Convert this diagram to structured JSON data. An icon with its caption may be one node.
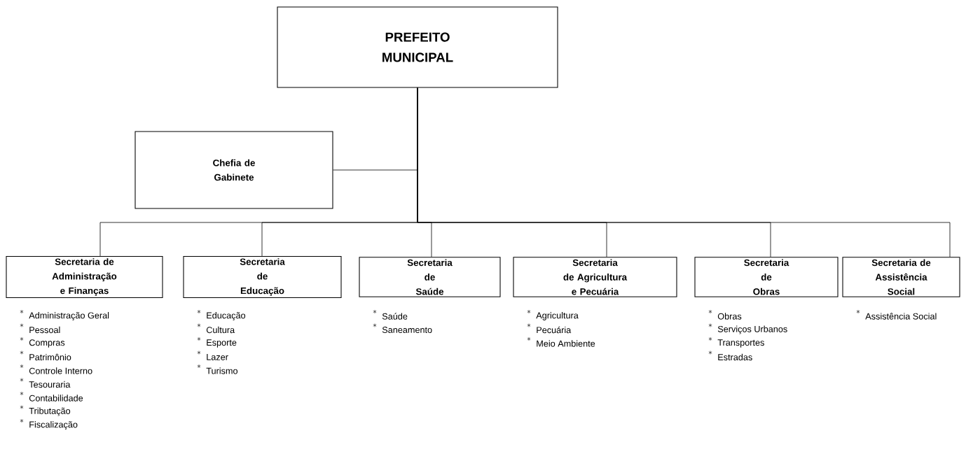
{
  "diagram": {
    "nodes": [
      {
        "text": [
          "PREFEITO MUNICIPAL"
        ]
      },
      {
        "text": [
          "Chefia de Gabinete"
        ]
      },
      {
        "text": [
          "Secretaria de Administração e Finanças"
        ],
        "beside": [
          "Administração Geral",
          "Pessoal",
          "Compras",
          "Patrimônio",
          "Controle Interno",
          "Tesouraria",
          "Contabilidade",
          "Tributação",
          "Fiscalização"
        ]
      },
      {
        "text": [
          "Secretaria de Educação"
        ],
        "beside": [
          "Educação",
          "Cultura",
          "Esporte",
          "Lazer",
          "Turismo"
        ]
      },
      {
        "text": [
          "Secretaria de Saúde"
        ],
        "beside": [
          "Saúde",
          "Saneamento"
        ]
      },
      {
        "text": [
          "Secretaria de Agricultura e Pecuária"
        ],
        "beside": [
          "Agricultura",
          "Pecuária",
          "Meio Ambiente"
        ]
      },
      {
        "text": [
          "Secretaria de Obras"
        ],
        "beside": [
          "Obras",
          "Serviços Urbanos",
          "Transportes",
          "Estradas"
        ]
      },
      {
        "text": [
          "Secretaria de Assistência Social"
        ],
        "beside": [
          "Assistência Social"
        ]
      }
    ],
    "edges": [
      {
        "from": 0,
        "to": 1,
        "arrow": "none"
      },
      {
        "from": 0,
        "to": 2,
        "arrow": "none"
      },
      {
        "from": 0,
        "to": 3,
        "arrow": "none"
      },
      {
        "from": 0,
        "to": 4,
        "arrow": "none"
      },
      {
        "from": 0,
        "to": 5,
        "arrow": "none"
      },
      {
        "from": 0,
        "to": 6,
        "arrow": "none"
      },
      {
        "from": 0,
        "to": 7,
        "arrow": "none"
      }
    ]
  }
}
